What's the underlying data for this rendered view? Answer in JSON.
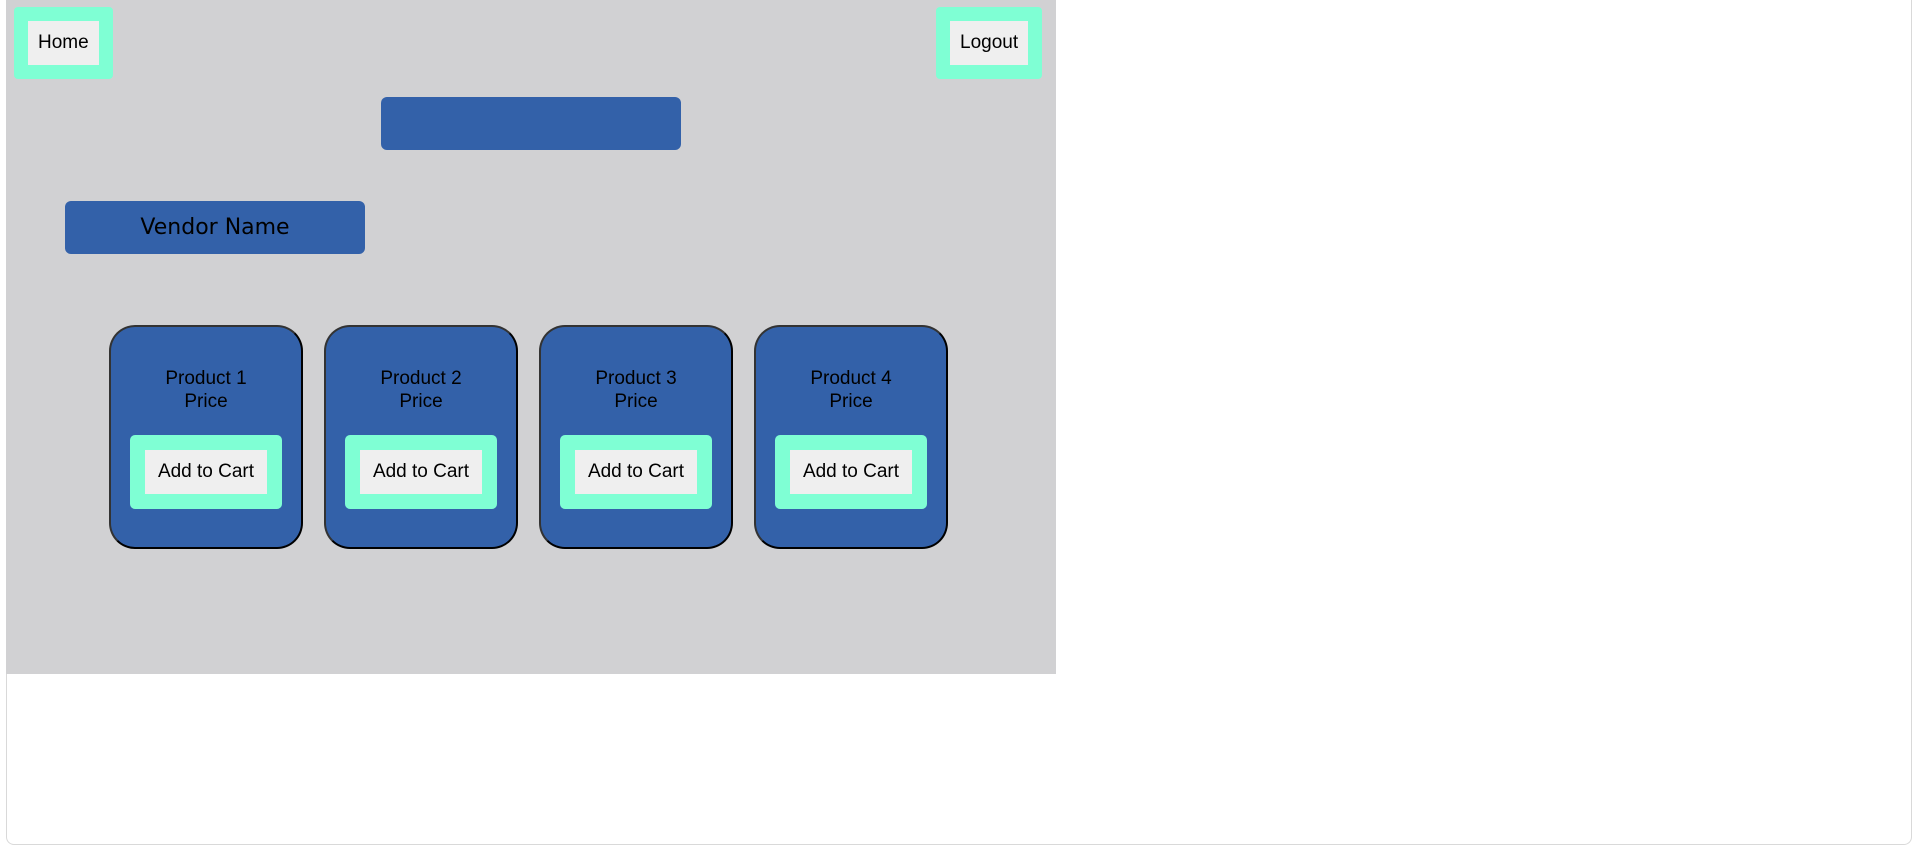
{
  "nav": {
    "home_label": "Home",
    "logout_label": "Logout"
  },
  "header": {
    "title": ""
  },
  "vendor": {
    "name": "Vendor Name"
  },
  "products": [
    {
      "name": "Product 1",
      "price": "Price",
      "button_label": "Add to Cart"
    },
    {
      "name": "Product 2",
      "price": "Price",
      "button_label": "Add to Cart"
    },
    {
      "name": "Product 3",
      "price": "Price",
      "button_label": "Add to Cart"
    },
    {
      "name": "Product 4",
      "price": "Price",
      "button_label": "Add to Cart"
    }
  ],
  "colors": {
    "background": "#d1d1d3",
    "primary": "#3361a9",
    "accent": "#7fffd4",
    "button": "#efefef"
  }
}
